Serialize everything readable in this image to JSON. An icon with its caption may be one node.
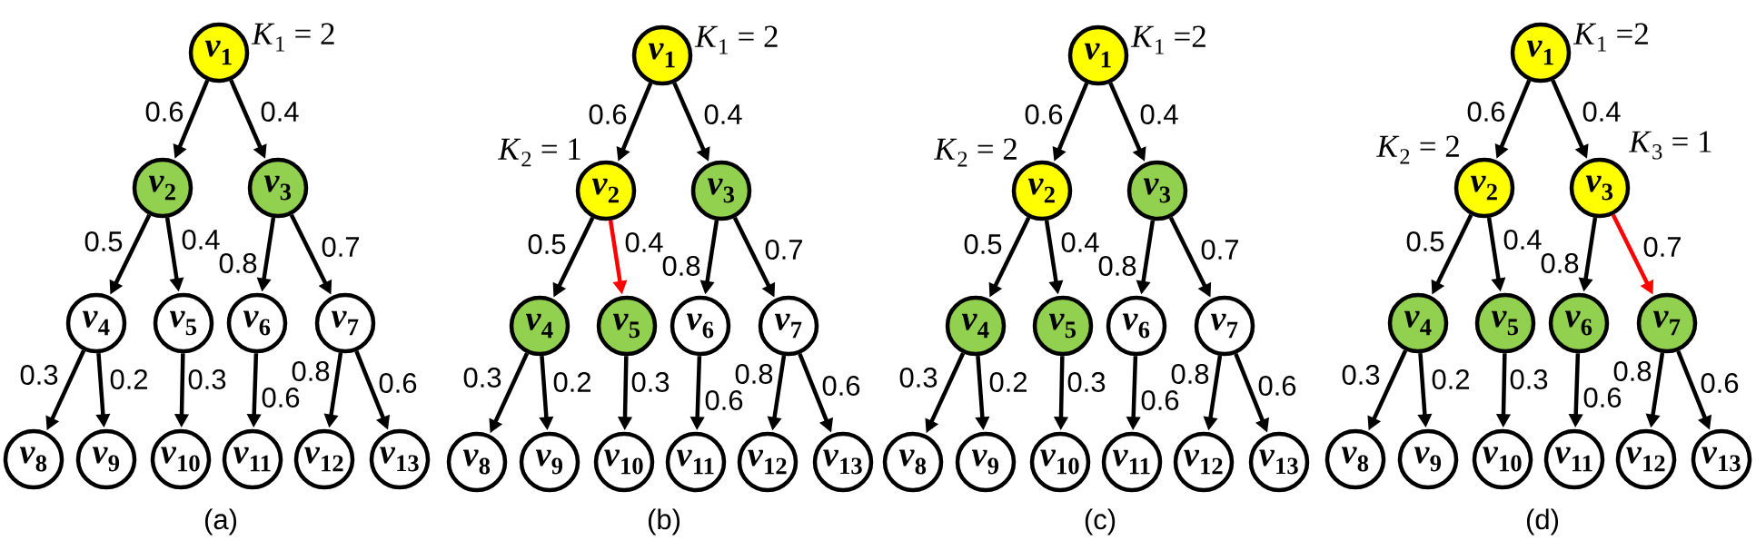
{
  "diagram": {
    "nodes": [
      {
        "text": [
          "*v*$_{1}$"
        ],
        "beside": [
          "*K*$_{1}$ = 2"
        ]
      },
      {
        "text": [
          "*v*$_{2}$"
        ]
      },
      {
        "text": [
          "*v*$_{3}$"
        ]
      },
      {
        "text": [
          "*v*$_{4}$"
        ]
      },
      {
        "text": [
          "*v*$_{5}$"
        ]
      },
      {
        "text": [
          "*v*$_{6}$"
        ]
      },
      {
        "text": [
          "*v*$_{7}$"
        ]
      },
      {
        "text": [
          "*v*$_{8}$"
        ]
      },
      {
        "text": [
          "*v*$_{9}$"
        ]
      },
      {
        "text": [
          "*v*$_{10}$"
        ]
      },
      {
        "text": [
          "*v*$_{11}$"
        ]
      },
      {
        "text": [
          "*v*$_{12}$"
        ]
      },
      {
        "text": [
          "*v*$_{13}$"
        ]
      },
      {
        "text": [
          "*v*$_{1}$"
        ],
        "beside": [
          "*K*$_{1}$ = 2"
        ]
      },
      {
        "text": [
          "*v*$_{2}$"
        ],
        "beside": [
          "*K*$_{2}$ = 1"
        ]
      },
      {
        "text": [
          "*v*$_{3}$"
        ]
      },
      {
        "text": [
          "*v*$_{4}$"
        ]
      },
      {
        "text": [
          "*v*$_{5}$"
        ]
      },
      {
        "text": [
          "*v*$_{6}$"
        ]
      },
      {
        "text": [
          "*v*$_{7}$"
        ]
      },
      {
        "text": [
          "*v*$_{8}$"
        ]
      },
      {
        "text": [
          "*v*$_{9}$"
        ]
      },
      {
        "text": [
          "*v*$_{10}$"
        ]
      },
      {
        "text": [
          "*v*$_{11}$"
        ]
      },
      {
        "text": [
          "*v*$_{12}$"
        ]
      },
      {
        "text": [
          "*v*$_{13}$"
        ]
      },
      {
        "text": [
          "*v*$_{1}$"
        ],
        "beside": [
          "*K*$_{1}$ =2"
        ]
      },
      {
        "text": [
          "*v*$_{2}$"
        ],
        "beside": [
          "*K*$_{2}$ = 2"
        ]
      },
      {
        "text": [
          "*v*$_{3}$"
        ]
      },
      {
        "text": [
          "*v*$_{4}$"
        ]
      },
      {
        "text": [
          "*v*$_{5}$"
        ]
      },
      {
        "text": [
          "*v*$_{6}$"
        ]
      },
      {
        "text": [
          "*v*$_{7}$"
        ]
      },
      {
        "text": [
          "*v*$_{8}$"
        ]
      },
      {
        "text": [
          "*v*$_{9}$"
        ]
      },
      {
        "text": [
          "*v*$_{10}$"
        ]
      },
      {
        "text": [
          "*v*$_{11}$"
        ]
      },
      {
        "text": [
          "*v*$_{12}$"
        ]
      },
      {
        "text": [
          "*v*$_{13}$"
        ]
      },
      {
        "text": [
          "*v*$_{1}$"
        ],
        "beside": [
          "*K*$_{1}$ =2"
        ]
      },
      {
        "text": [
          "*v*$_{2}$"
        ],
        "beside": [
          "*K*$_{2}$ = 2"
        ]
      },
      {
        "text": [
          "*v*$_{3}$"
        ],
        "beside": [
          "*K*$_{3}$ = 1"
        ]
      },
      {
        "text": [
          "*v*$_{4}$"
        ]
      },
      {
        "text": [
          "*v*$_{5}$"
        ]
      },
      {
        "text": [
          "*v*$_{6}$"
        ]
      },
      {
        "text": [
          "*v*$_{7}$"
        ]
      },
      {
        "text": [
          "*v*$_{8}$"
        ]
      },
      {
        "text": [
          "*v*$_{9}$"
        ]
      },
      {
        "text": [
          "*v*$_{10}$"
        ]
      },
      {
        "text": [
          "*v*$_{11}$"
        ]
      },
      {
        "text": [
          "*v*$_{12}$"
        ]
      },
      {
        "text": [
          "*v*$_{13}$"
        ]
      }
    ],
    "edges": [
      {
        "from": 0,
        "to": 1,
        "arrow": "to",
        "label": "0.6"
      },
      {
        "from": 0,
        "to": 2,
        "arrow": "to",
        "label": "0.4"
      },
      {
        "from": 1,
        "to": 3,
        "arrow": "to",
        "label": "0.5"
      },
      {
        "from": 1,
        "to": 4,
        "arrow": "to",
        "label": "0.4"
      },
      {
        "from": 2,
        "to": 5,
        "arrow": "to",
        "label": "0.8"
      },
      {
        "from": 2,
        "to": 6,
        "arrow": "to",
        "label": "0.7"
      },
      {
        "from": 3,
        "to": 7,
        "arrow": "to",
        "label": "0.3"
      },
      {
        "from": 3,
        "to": 8,
        "arrow": "to",
        "label": "0.2"
      },
      {
        "from": 4,
        "to": 9,
        "arrow": "to",
        "label": "0.3"
      },
      {
        "from": 5,
        "to": 10,
        "arrow": "to",
        "label": "0.6"
      },
      {
        "from": 6,
        "to": 11,
        "arrow": "to",
        "label": "0.8"
      },
      {
        "from": 6,
        "to": 12,
        "arrow": "to",
        "label": "0.6"
      },
      {
        "from": 13,
        "to": 14,
        "arrow": "to",
        "label": "0.6"
      },
      {
        "from": 13,
        "to": 15,
        "arrow": "to",
        "label": "0.4"
      },
      {
        "from": 14,
        "to": 16,
        "arrow": "to",
        "label": "0.5"
      },
      {
        "from": 14,
        "to": 17,
        "arrow": "to",
        "label": "0.4",
        "color": "#ff0000"
      },
      {
        "from": 15,
        "to": 18,
        "arrow": "to",
        "label": "0.8"
      },
      {
        "from": 15,
        "to": 19,
        "arrow": "to",
        "label": "0.7"
      },
      {
        "from": 16,
        "to": 20,
        "arrow": "to",
        "label": "0.3"
      },
      {
        "from": 16,
        "to": 21,
        "arrow": "to",
        "label": "0.2"
      },
      {
        "from": 17,
        "to": 22,
        "arrow": "to",
        "label": "0.3"
      },
      {
        "from": 18,
        "to": 23,
        "arrow": "to",
        "label": "0.6"
      },
      {
        "from": 19,
        "to": 24,
        "arrow": "to",
        "label": "0.8"
      },
      {
        "from": 19,
        "to": 25,
        "arrow": "to",
        "label": "0.6"
      },
      {
        "from": 26,
        "to": 27,
        "arrow": "to",
        "label": "0.6"
      },
      {
        "from": 26,
        "to": 28,
        "arrow": "to",
        "label": "0.4"
      },
      {
        "from": 27,
        "to": 29,
        "arrow": "to",
        "label": "0.5"
      },
      {
        "from": 27,
        "to": 30,
        "arrow": "to",
        "label": "0.4"
      },
      {
        "from": 28,
        "to": 31,
        "arrow": "to",
        "label": "0.8"
      },
      {
        "from": 28,
        "to": 32,
        "arrow": "to",
        "label": "0.7"
      },
      {
        "from": 29,
        "to": 33,
        "arrow": "to",
        "label": "0.3"
      },
      {
        "from": 29,
        "to": 34,
        "arrow": "to",
        "label": "0.2"
      },
      {
        "from": 30,
        "to": 35,
        "arrow": "to",
        "label": "0.3"
      },
      {
        "from": 31,
        "to": 36,
        "arrow": "to",
        "label": "0.6"
      },
      {
        "from": 32,
        "to": 37,
        "arrow": "to",
        "label": "0.8"
      },
      {
        "from": 32,
        "to": 38,
        "arrow": "to",
        "label": "0.6"
      },
      {
        "from": 39,
        "to": 40,
        "arrow": "to",
        "label": "0.6"
      },
      {
        "from": 39,
        "to": 41,
        "arrow": "to",
        "label": "0.4"
      },
      {
        "from": 40,
        "to": 42,
        "arrow": "to",
        "label": "0.5"
      },
      {
        "from": 40,
        "to": 43,
        "arrow": "to",
        "label": "0.4"
      },
      {
        "from": 41,
        "to": 44,
        "arrow": "to",
        "label": "0.8"
      },
      {
        "from": 41,
        "to": 45,
        "arrow": "to",
        "label": "0.7",
        "color": "#ff0000"
      },
      {
        "from": 42,
        "to": 46,
        "arrow": "to",
        "label": "0.3"
      },
      {
        "from": 42,
        "to": 47,
        "arrow": "to",
        "label": "0.2"
      },
      {
        "from": 43,
        "to": 48,
        "arrow": "to",
        "label": "0.3"
      },
      {
        "from": 44,
        "to": 49,
        "arrow": "to",
        "label": "0.6"
      },
      {
        "from": 45,
        "to": 50,
        "arrow": "to",
        "label": "0.8"
      },
      {
        "from": 45,
        "to": 51,
        "arrow": "to",
        "label": "0.6"
      }
    ],
    "labels": [
      "(a)",
      "(b)",
      "(c)",
      "(d)"
    ]
  }
}
